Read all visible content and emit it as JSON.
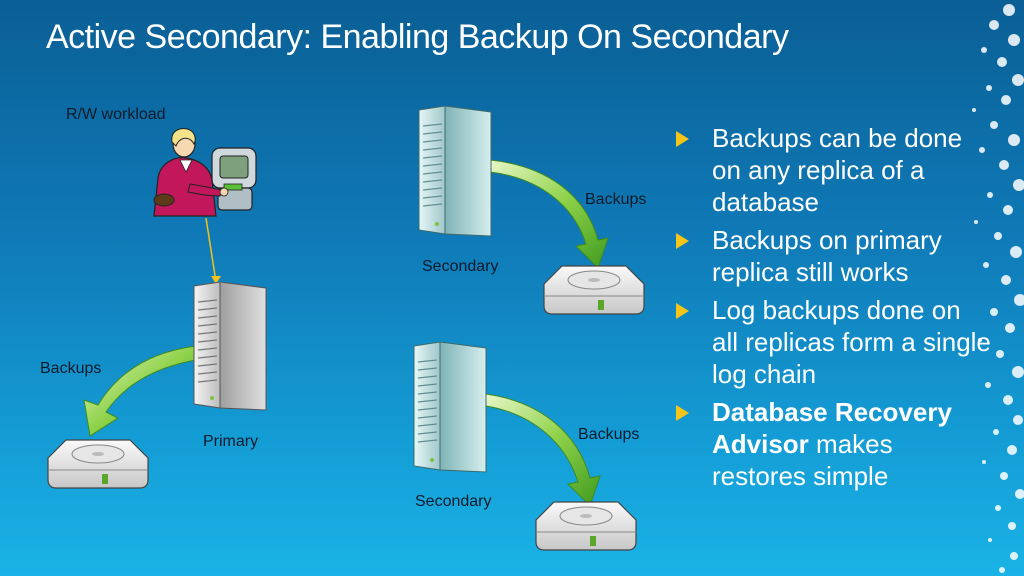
{
  "title": "Active Secondary: Enabling Backup On Secondary",
  "diagram": {
    "workload_label": "R/W workload",
    "primary_label": "Primary",
    "primary_backups_label": "Backups",
    "secondary1_label": "Secondary",
    "secondary1_backups_label": "Backups",
    "secondary2_label": "Secondary",
    "secondary2_backups_label": "Backups"
  },
  "bullets": [
    {
      "text": "Backups can be done on any replica of a database"
    },
    {
      "text": "Backups on primary replica still works"
    },
    {
      "text": "Log backups done on all replicas form a single log chain"
    },
    {
      "bold": "Database Recovery Advisor",
      "text": " makes restores simple"
    }
  ],
  "colors": {
    "bullet_marker": "#f5c518",
    "title_text": "#ffffff",
    "arrow": "#6cc23a"
  }
}
